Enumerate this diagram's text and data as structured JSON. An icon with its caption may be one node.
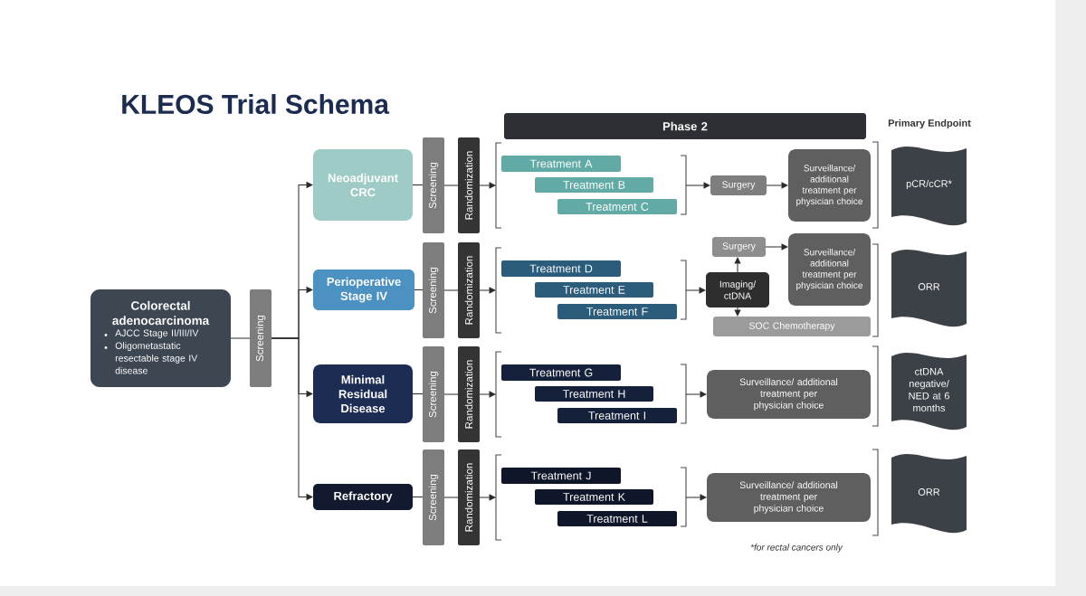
{
  "diagram": {
    "title": "KLEOS Trial Schema",
    "nodes": [
      {
        "text": [
          "Colorectal adenocarcinoma",
          "AJCC Stage II/III/IV",
          "Oligometastatic resectable stage IV disease"
        ]
      },
      {
        "text": [
          "Screening"
        ]
      },
      {
        "text": [
          "Neoadjuvant CRC"
        ]
      },
      {
        "text": [
          "Perioperative Stage IV"
        ]
      },
      {
        "text": [
          "Minimal Residual Disease"
        ]
      },
      {
        "text": [
          "Refractory"
        ]
      },
      {
        "text": [
          "Phase 2"
        ]
      },
      {
        "text": [
          "Screening"
        ]
      },
      {
        "text": [
          "Randomization"
        ]
      },
      {
        "text": [],
        "shape": "bracket"
      },
      {
        "text": [
          "Treatment A"
        ],
        "in": 9
      },
      {
        "text": [
          "Treatment B"
        ],
        "in": 9
      },
      {
        "text": [
          "Treatment C"
        ],
        "in": 9
      },
      {
        "text": [
          "Surgery"
        ]
      },
      {
        "text": [
          "Surveillance/ additional treatment per physician choice"
        ]
      },
      {
        "text": [
          "pCR/cCR*"
        ]
      },
      {
        "text": [
          "Screening"
        ]
      },
      {
        "text": [
          "Randomization"
        ]
      },
      {
        "text": [],
        "shape": "bracket"
      },
      {
        "text": [
          "Treatment D"
        ],
        "in": 18
      },
      {
        "text": [
          "Treatment E"
        ],
        "in": 18
      },
      {
        "text": [
          "Treatment F"
        ],
        "in": 18
      },
      {
        "text": [
          "Surgery"
        ]
      },
      {
        "text": [
          "Surveillance/ additional treatment per physician choice"
        ]
      },
      {
        "text": [
          "Imaging/ ctDNA"
        ]
      },
      {
        "text": [
          "SOC Chemotherapy"
        ]
      },
      {
        "text": [
          "ORR"
        ]
      },
      {
        "text": [
          "Screening"
        ]
      },
      {
        "text": [
          "Randomization"
        ]
      },
      {
        "text": [],
        "shape": "bracket"
      },
      {
        "text": [
          "Treatment G"
        ],
        "in": 29
      },
      {
        "text": [
          "Treatment H"
        ],
        "in": 29
      },
      {
        "text": [
          "Treatment I"
        ],
        "in": 29
      },
      {
        "text": [
          "Surveillance/ additional treatment per physician choice"
        ]
      },
      {
        "text": [
          "ctDNA negative/ NED at 6 months"
        ]
      },
      {
        "text": [
          "Screening"
        ]
      },
      {
        "text": [
          "Randomization"
        ]
      },
      {
        "text": [],
        "shape": "bracket"
      },
      {
        "text": [
          "Treatment J"
        ],
        "in": 37
      },
      {
        "text": [
          "Treatment K"
        ],
        "in": 37
      },
      {
        "text": [
          "Treatment L"
        ],
        "in": 37
      },
      {
        "text": [
          "Surveillance/ additional treatment per physician choice"
        ]
      },
      {
        "text": [
          "ORR"
        ]
      }
    ],
    "edges": [
      {
        "from": 0,
        "to": 1,
        "arrow": "none"
      },
      {
        "from": 1,
        "to": 2,
        "arrow": "to"
      },
      {
        "from": 1,
        "to": 3,
        "arrow": "to"
      },
      {
        "from": 1,
        "to": 4,
        "arrow": "to"
      },
      {
        "from": 1,
        "to": 5,
        "arrow": "to"
      },
      {
        "from": 2,
        "to": 7,
        "arrow": "none"
      },
      {
        "from": 7,
        "to": 8,
        "arrow": "none"
      },
      {
        "from": 8,
        "to": 9,
        "arrow": "to"
      },
      {
        "from": 9,
        "to": 13,
        "arrow": "to"
      },
      {
        "from": 13,
        "to": 14,
        "arrow": "to"
      },
      {
        "from": 3,
        "to": 16,
        "arrow": "none"
      },
      {
        "from": 16,
        "to": 17,
        "arrow": "none"
      },
      {
        "from": 17,
        "to": 18,
        "arrow": "to"
      },
      {
        "from": 18,
        "to": 24,
        "arrow": "to"
      },
      {
        "from": 24,
        "to": 22,
        "arrow": "to"
      },
      {
        "from": 24,
        "to": 25,
        "arrow": "to"
      },
      {
        "from": 22,
        "to": 23,
        "arrow": "to"
      },
      {
        "from": 4,
        "to": 27,
        "arrow": "none"
      },
      {
        "from": 27,
        "to": 28,
        "arrow": "none"
      },
      {
        "from": 28,
        "to": 29,
        "arrow": "to"
      },
      {
        "from": 29,
        "to": 33,
        "arrow": "to"
      },
      {
        "from": 5,
        "to": 35,
        "arrow": "none"
      },
      {
        "from": 35,
        "to": 36,
        "arrow": "none"
      },
      {
        "from": 36,
        "to": 37,
        "arrow": "to"
      },
      {
        "from": 37,
        "to": 41,
        "arrow": "to"
      }
    ],
    "labels": [
      "Primary Endpoint",
      "*for rectal cancers only"
    ]
  }
}
